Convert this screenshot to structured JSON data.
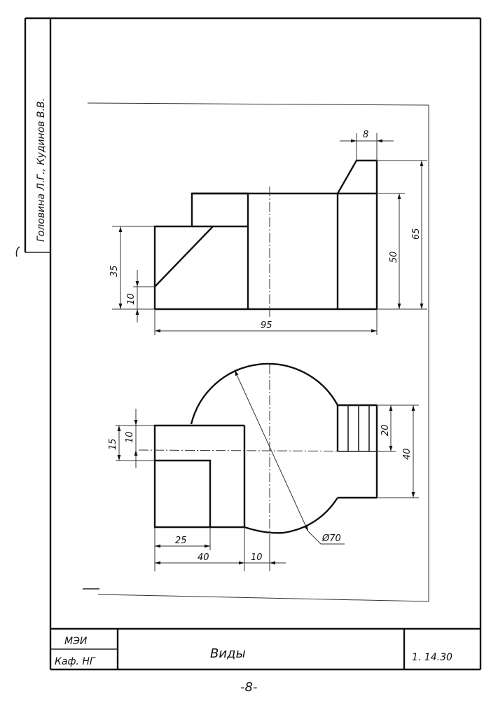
{
  "authors": "Головина Л.Г., Кудинов В.В.",
  "dimensions": {
    "top_width_small": "8",
    "front_height_35": "35",
    "front_height_10": "10",
    "front_height_50": "50",
    "front_height_65": "65",
    "front_width_95": "95",
    "plan_15": "15",
    "plan_10": "10",
    "plan_20": "20",
    "plan_40_right": "40",
    "plan_25": "25",
    "plan_40_bottom": "40",
    "plan_10_bottom": "10",
    "diameter": "Ø70"
  },
  "title_block": {
    "org": "МЭИ",
    "department": "Каф. НГ",
    "title": "Виды",
    "code": "1. 14.30"
  },
  "page_number": "-8-"
}
